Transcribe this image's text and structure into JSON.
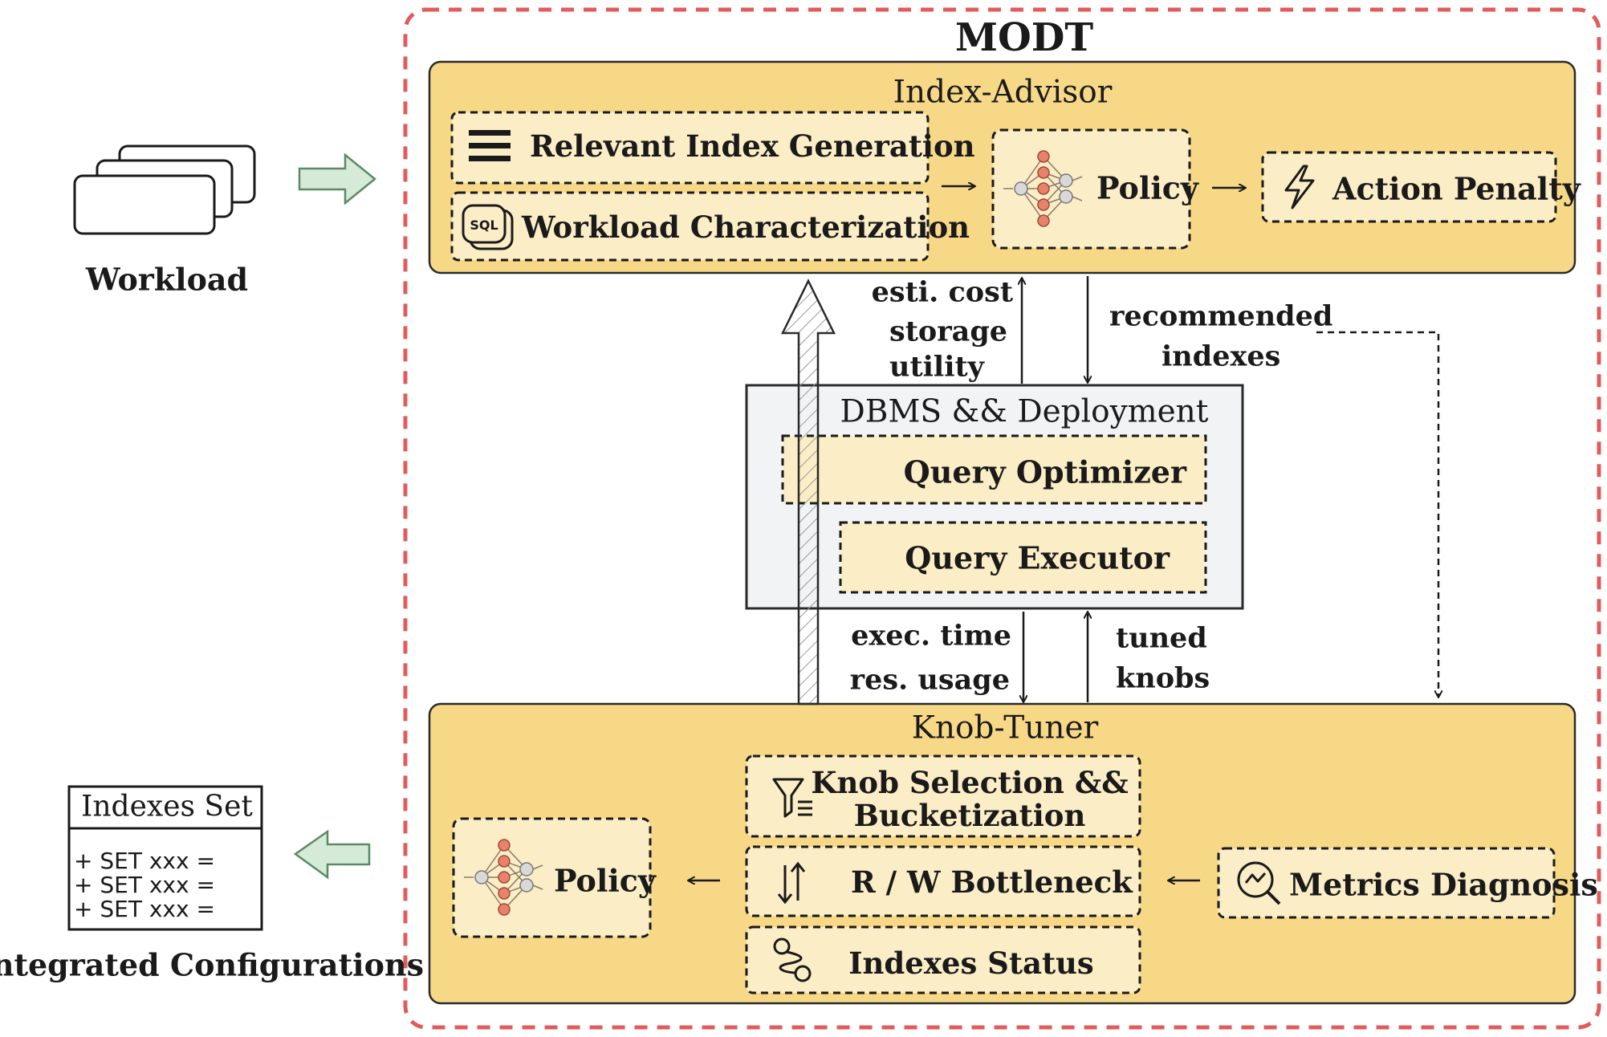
{
  "title": "MODT",
  "workload": {
    "label": "Workload"
  },
  "index_advisor": {
    "title": "Index-Advisor",
    "relevant_index": "Relevant Index Generation",
    "workload_char": "Workload Characterization",
    "policy": "Policy",
    "action_penalty": "Action Penalty"
  },
  "feedback_up": {
    "line1": "esti. cost",
    "line2": "storage",
    "line3": "utility"
  },
  "recommended": {
    "line1": "recommended",
    "line2": "indexes"
  },
  "dbms": {
    "title": "DBMS && Deployment",
    "optimizer": "Query Optimizer",
    "executor": "Query Executor"
  },
  "exec_feedback": {
    "line1": "exec. time",
    "line2": "res. usage"
  },
  "tuned": {
    "line1": "tuned",
    "line2": "knobs"
  },
  "knob_tuner": {
    "title": "Knob-Tuner",
    "knob_selection_1": "Knob Selection &&",
    "knob_selection_2": "Bucketization",
    "rw_bottleneck": "R / W Bottleneck",
    "indexes_status": "Indexes Status",
    "policy": "Policy",
    "metrics": "Metrics Diagnosis"
  },
  "indexes_set": {
    "header": "Indexes Set",
    "rows": [
      "+ SET xxx  =",
      "+ SET xxx  =",
      "+ SET xxx  ="
    ]
  },
  "output": {
    "label": "Integrated Configurations"
  },
  "icons": {
    "list": "list-icon",
    "sql": "sql-icon",
    "network": "neural-network-icon",
    "bolt": "lightning-icon",
    "filter": "filter-icon",
    "sort": "sort-arrows-icon",
    "route": "route-icon",
    "chart_search": "chart-search-icon"
  },
  "colors": {
    "panel": "#f7d887",
    "box": "#fbedc6",
    "modt_border": "#e05c5c",
    "arrow_fill": "#d6ead8",
    "arrow_stroke": "#5a8a66"
  }
}
